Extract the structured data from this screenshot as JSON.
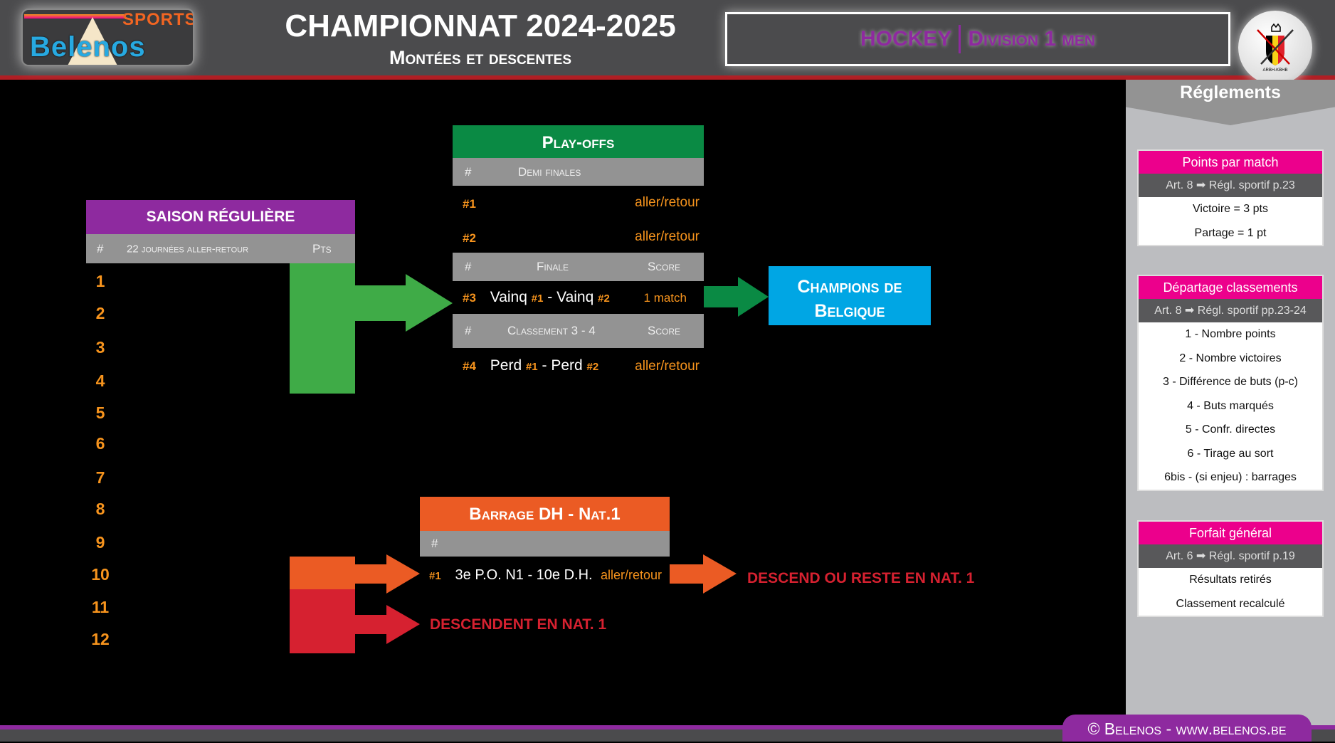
{
  "header": {
    "logo_text": "Belenos",
    "logo_sub": "SPORTS",
    "title": "CHAMPIONNAT 2024-2025",
    "subtitle": "Montées et descentes",
    "sport": "HOCKEY",
    "division": "Division 1 men",
    "federation_logo_text": "ARBH-KBHB"
  },
  "regular_season": {
    "title": "SAISON RÉGULIÈRE",
    "col_rank": "#",
    "col_desc": "22 journées aller-retour",
    "col_pts": "Pts",
    "ranks": [
      "1",
      "2",
      "3",
      "4",
      "5",
      "6",
      "7",
      "8",
      "9",
      "10",
      "11",
      "12"
    ]
  },
  "playoffs": {
    "title": "Play-offs",
    "semis_header": {
      "rank": "#",
      "label": "Demi finales"
    },
    "semis": [
      {
        "id": "#1",
        "format": "aller/retour"
      },
      {
        "id": "#2",
        "format": "aller/retour"
      }
    ],
    "final_header": {
      "rank": "#",
      "label": "Finale",
      "score": "Score"
    },
    "final": {
      "id": "#3",
      "team_a": "Vainq",
      "ref_a": "#1",
      "sep": "-",
      "team_b": "Vainq",
      "ref_b": "#2",
      "format": "1 match"
    },
    "third_header": {
      "rank": "#",
      "label": "Classement 3 - 4",
      "score": "Score"
    },
    "third": {
      "id": "#4",
      "team_a": "Perd",
      "ref_a": "#1",
      "sep": "-",
      "team_b": "Perd",
      "ref_b": "#2",
      "format": "aller/retour"
    }
  },
  "champions": "Champions de Belgique",
  "barrage": {
    "title": "Barrage DH - Nat.1",
    "header_rank": "#",
    "row": {
      "id": "#1",
      "match": "3e P.O. N1 - 10e D.H.",
      "format": "aller/retour"
    },
    "outcome": "DESCEND OU RESTE EN NAT. 1"
  },
  "relegated": "DESCENDENT EN NAT. 1",
  "sidebar": {
    "title": "Réglements",
    "sections": [
      {
        "title": "Points par match",
        "article": "Art. 8 ➡ Régl. sportif p.23",
        "rows": [
          "Victoire = 3 pts",
          "Partage = 1 pt"
        ]
      },
      {
        "title": "Départage classements",
        "article": "Art. 8 ➡ Régl. sportif pp.23-24",
        "rows": [
          "1 - Nombre points",
          "2 - Nombre victoires",
          "3 - Différence de buts (p-c)",
          "4 - Buts marqués",
          "5 - Confr. directes",
          "6 - Tirage au sort",
          "6bis - (si enjeu) : barrages"
        ]
      },
      {
        "title": "Forfait général",
        "article": "Art. 6 ➡ Régl. sportif p.19",
        "rows": [
          "Résultats retirés",
          "Classement recalculé"
        ]
      }
    ]
  },
  "footer": "© Belenos - www.belenos.be",
  "colors": {
    "purple": "#8e2a9f",
    "green": "#3fab47",
    "dark_green": "#0a8a44",
    "blue": "#00a6e4",
    "orange": "#eb5b24",
    "red": "#d62130",
    "magenta": "#ec008c"
  }
}
